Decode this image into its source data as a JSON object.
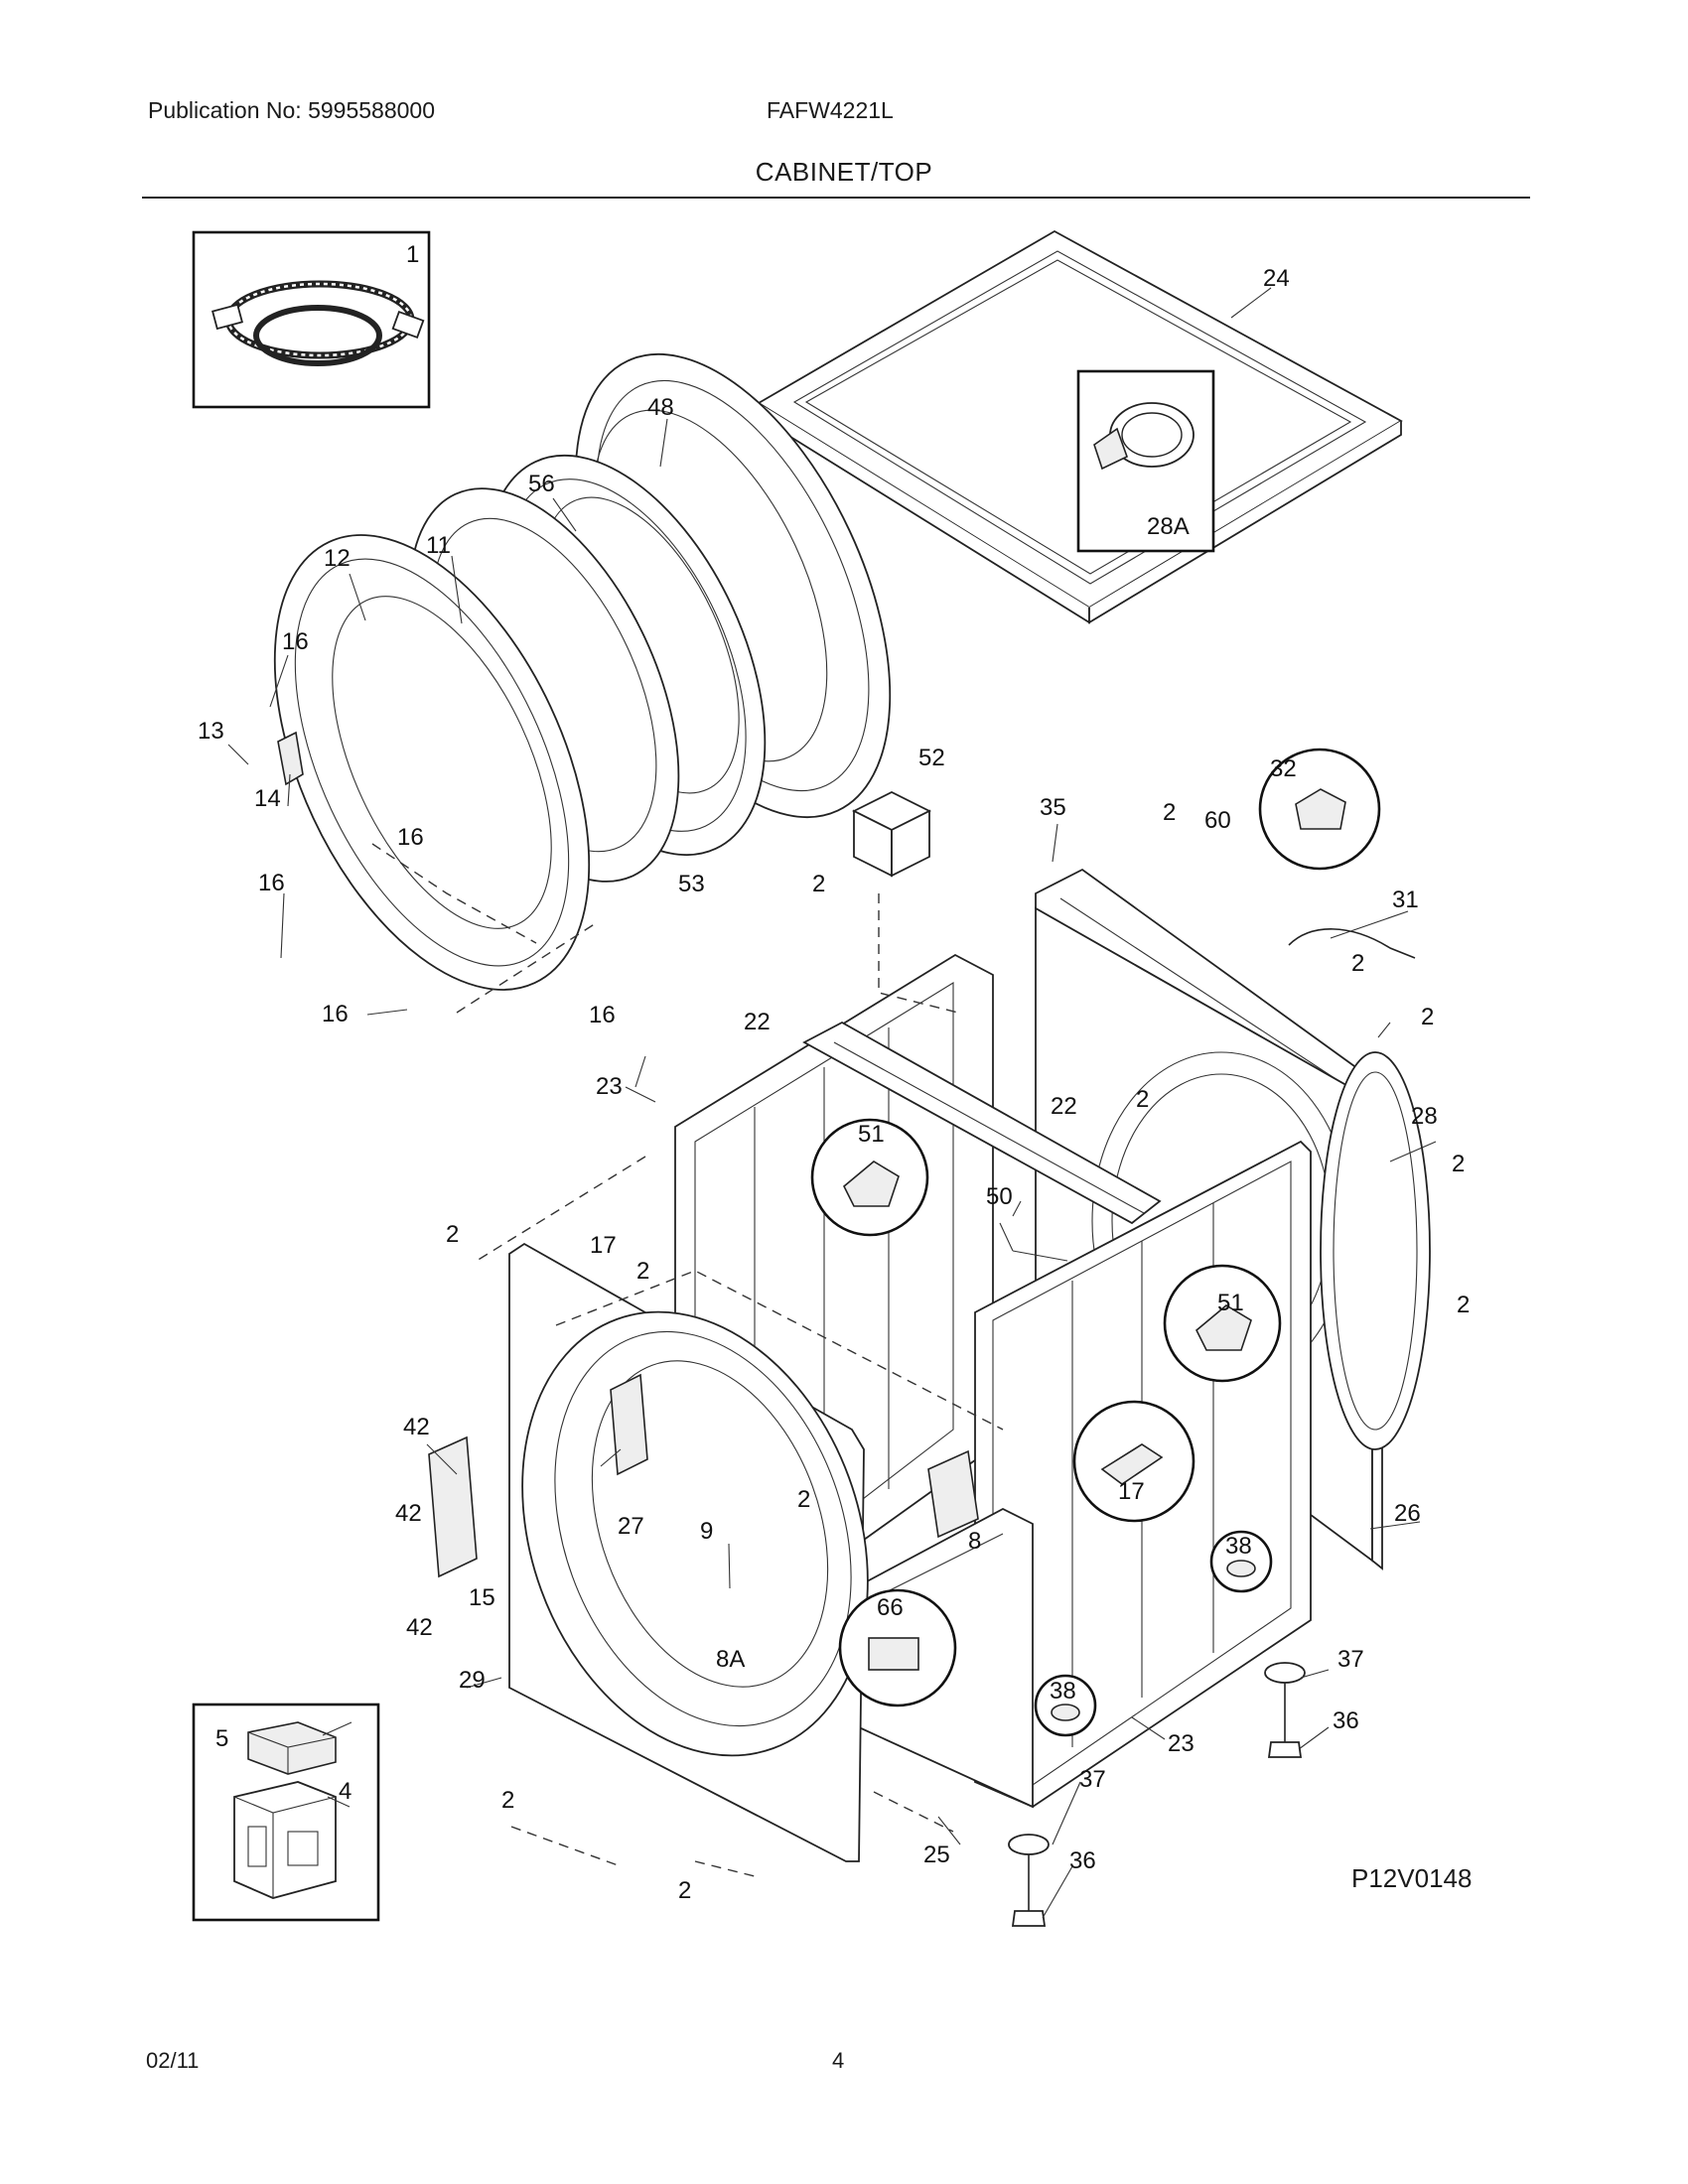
{
  "header": {
    "publication": "Publication No: 5995588000",
    "model": "FAFW4221L",
    "section_title": "CABINET/TOP"
  },
  "footer": {
    "date": "02/11",
    "page_number": "4"
  },
  "diagram_code": "P12V0148",
  "callouts": {
    "c1": "1",
    "c24": "24",
    "c48": "48",
    "c56": "56",
    "c12": "12",
    "c11": "11",
    "c16a": "16",
    "c13": "13",
    "c14": "14",
    "c16b": "16",
    "c16c": "16",
    "c16d": "16",
    "c16e": "16",
    "c53": "53",
    "c52": "52",
    "c28A": "28A",
    "c32": "32",
    "c35": "35",
    "c2a": "2",
    "c60": "60",
    "c31": "31",
    "c2b": "2",
    "c2c": "2",
    "c22a": "22",
    "c2d": "2",
    "c23a": "23",
    "c51a": "51",
    "c2e": "2",
    "c22b": "22",
    "c28": "28",
    "c2f": "2",
    "c50": "50",
    "c2g": "2",
    "c17a": "17",
    "c2h": "2",
    "c51b": "51",
    "c2i": "2",
    "c42a": "42",
    "c42b": "42",
    "c42c": "42",
    "c15": "15",
    "c27": "27",
    "c9": "9",
    "c2j": "2",
    "c17b": "17",
    "c8": "8",
    "c38a": "38",
    "c26": "26",
    "c66": "66",
    "c8A": "8A",
    "c29": "29",
    "c37a": "37",
    "c36a": "36",
    "c38b": "38",
    "c23b": "23",
    "c5": "5",
    "c4": "4",
    "c2k": "2",
    "c25": "25",
    "c37b": "37",
    "c36b": "36",
    "c2l": "2"
  }
}
